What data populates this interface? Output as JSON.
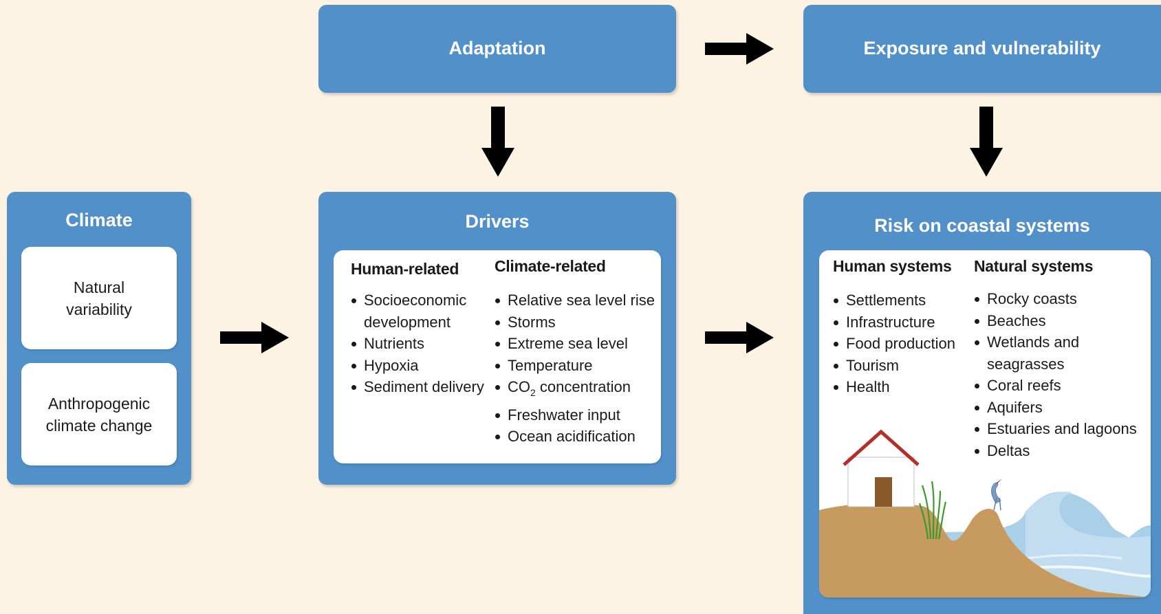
{
  "adaptation": {
    "title": "Adaptation"
  },
  "exposure": {
    "title": "Exposure and vulnerability"
  },
  "climate": {
    "title": "Climate",
    "items": [
      {
        "line1": "Natural",
        "line2": "variability"
      },
      {
        "line1": "Anthropogenic",
        "line2": "climate change"
      }
    ]
  },
  "drivers": {
    "title": "Drivers",
    "human": {
      "heading": "Human-related",
      "items": [
        "Socioeconomic",
        "development",
        "Nutrients",
        "Hypoxia",
        "Sediment delivery"
      ]
    },
    "climate": {
      "heading": "Climate-related",
      "items": [
        "Relative sea level rise",
        "Storms",
        "Extreme sea level",
        "Temperature",
        "CO",
        "2",
        " concentration",
        "Freshwater input",
        "Ocean acidification"
      ]
    }
  },
  "risk": {
    "title": "Risk on coastal systems",
    "human": {
      "heading": "Human systems",
      "items": [
        "Settlements",
        "Infrastructure",
        "Food production",
        "Tourism",
        "Health"
      ]
    },
    "natural": {
      "heading": "Natural systems",
      "items": [
        "Rocky coasts",
        "Beaches",
        "Wetlands and",
        "seagrasses",
        "Coral reefs",
        "Aquifers",
        "Estuaries and lagoons",
        "Deltas"
      ]
    }
  },
  "colors": {
    "box": "#5190c8",
    "background": "#fdf3e3",
    "sand": "#c79a5f",
    "water": "#a9d0e8",
    "roof": "#b23027",
    "door": "#8b5a2b"
  },
  "icons": [
    "right-arrow-icon",
    "down-arrow-icon",
    "house-icon",
    "heron-icon",
    "seagrass-icon",
    "wave-icon"
  ]
}
